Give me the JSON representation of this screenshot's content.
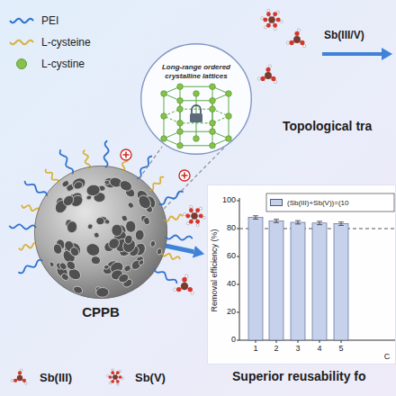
{
  "diagram": {
    "nodes": [
      {
        "text": [
          "CPPB"
        ]
      },
      {
        "text": [
          "Long-range ordered crystalline lattices"
        ]
      },
      {
        "text": [
          "Removal efficiency (%)"
        ]
      }
    ],
    "edges": [
      {
        "from": 0,
        "to": 1,
        "arrow": "none"
      },
      {
        "from": 0,
        "to": 2,
        "arrow": "to"
      }
    ],
    "labels": [
      "Sb(III/V)",
      "Topological tra",
      "Superior reusability fo",
      "100",
      "80",
      "60",
      "40",
      "20",
      "0",
      "1",
      "2",
      "3",
      "4",
      "5",
      "C"
    ],
    "legend": [
      {
        "text": "PEI"
      },
      {
        "text": "L-cysteine"
      },
      {
        "text": "L-cystine"
      },
      {
        "text": "(Sb(III)+Sb(V))=(10",
        "color": "#c6d1ec"
      },
      {
        "text": "Sb(III)"
      },
      {
        "text": "Sb(V)"
      }
    ]
  }
}
